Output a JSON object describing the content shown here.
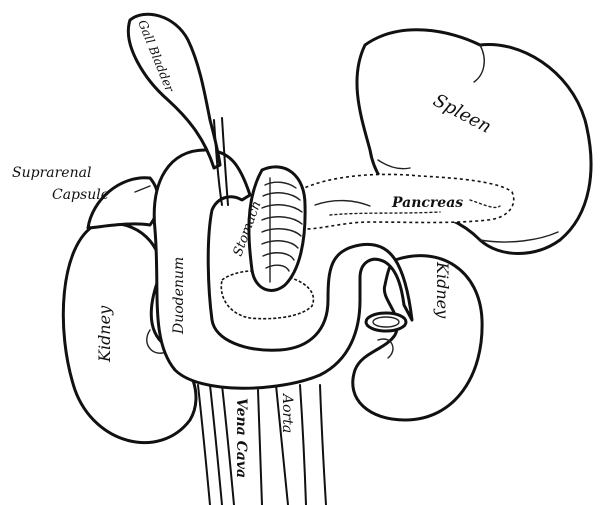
{
  "labels": {
    "gall_bladder": "Gall Bladder",
    "spleen": "Spleen",
    "suprarenal_line1": "Suprarenal",
    "suprarenal_line2": "Capsule",
    "stomach": "Stomach",
    "pancreas": "Pancreas",
    "duodenum": "Duodenum",
    "kidney_left": "Kidney",
    "kidney_right": "Kidney",
    "aorta": "Aorta",
    "vena_cava": "Vena Cava"
  },
  "colors": {
    "ink": "#111111",
    "paper": "#ffffff"
  }
}
